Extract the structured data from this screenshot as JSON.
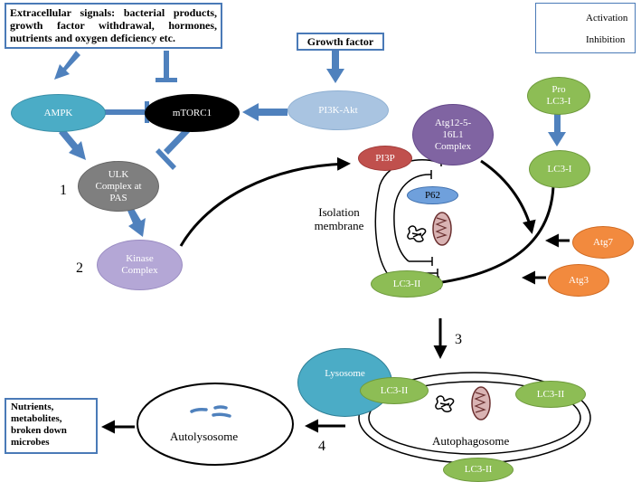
{
  "boxes": {
    "extracellular": "Extracellular signals: bacterial products, growth factor withdrawal, hormones, nutrients and oxygen deficiency etc.",
    "growth_factor": "Growth factor",
    "nutrients": "Nutrients, metabolites, broken down microbes"
  },
  "legend": {
    "activation": "Activation",
    "inhibition": "Inhibition"
  },
  "nodes": {
    "ampk": "AMPK",
    "mtorc1": "mTORC1",
    "pi3k_akt": "PI3K-Akt",
    "ulk": "ULK Complex at PAS",
    "kinase": "Kinase Complex",
    "atg12": "Atg12-5-16L1 Complex",
    "pi3p": "PI3P",
    "p62": "P62",
    "pro_lc3": "Pro LC3-I",
    "lc3_i": "LC3-I",
    "atg7": "Atg7",
    "atg3": "Atg3",
    "lc3_ii_membrane": "LC3-II",
    "lysosome": "Lysosome",
    "lc3_ii_left": "LC3-II",
    "lc3_ii_right": "LC3-II",
    "lc3_ii_bottom": "LC3-II"
  },
  "labels": {
    "isolation_membrane": "Isolation membrane",
    "autolysosome": "Autolysosome",
    "autophagosome": "Autophagosome"
  },
  "steps": {
    "s1": "1",
    "s2": "2",
    "s3": "3",
    "s4": "4"
  },
  "colors": {
    "blue_arrow": "#4f81bd",
    "ampk": "#4bacc6",
    "mtorc1": "#000000",
    "pi3k": "#a9c4e1",
    "ulk": "#7f7f7f",
    "kinase": "#b4a7d6",
    "atg12": "#8064a2",
    "pi3p": "#c0504d",
    "p62": "#6fa0dc",
    "lc3": "#8dbd55",
    "atg": "#f28a3e",
    "lysosome": "#4bacc6",
    "mito": "#d9b3b3"
  }
}
